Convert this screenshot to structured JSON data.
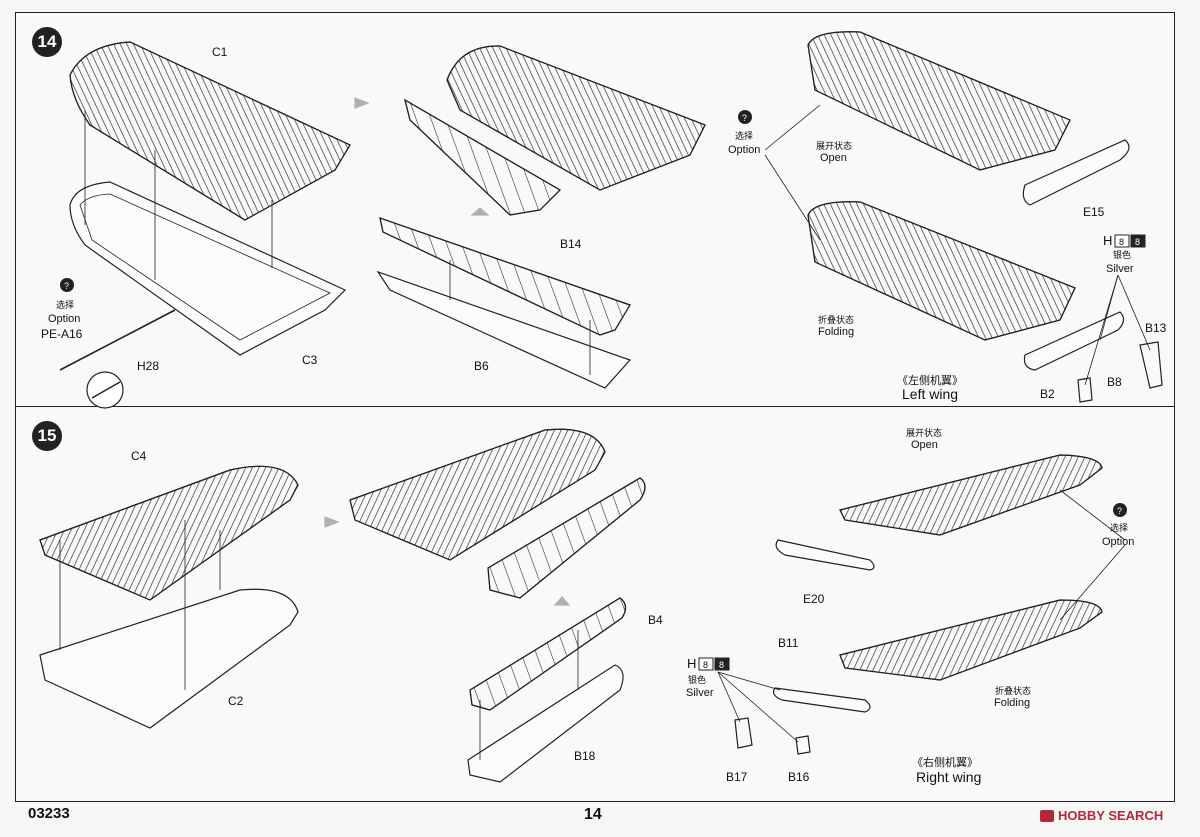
{
  "steps": [
    {
      "number": "14"
    },
    {
      "number": "15"
    }
  ],
  "step14": {
    "parts": {
      "c1": "C1",
      "c3": "C3",
      "h28": "H28",
      "b6": "B6",
      "b14": "B14",
      "e15": "E15",
      "b2": "B2",
      "b8": "B8",
      "b13": "B13"
    },
    "option_left": {
      "icon": "?",
      "cn": "选择",
      "en": "Option",
      "part": "PE-A16"
    },
    "option_right": {
      "icon": "?",
      "cn": "选择",
      "en": "Option"
    },
    "open": {
      "cn": "展开状态",
      "en": "Open"
    },
    "folding": {
      "cn": "折叠状态",
      "en": "Folding"
    },
    "paint": {
      "letter": "H",
      "code_a": "8",
      "code_b": "8",
      "cn": "银色",
      "en": "Silver"
    },
    "caption": {
      "cn": "《左侧机翼》",
      "en": "Left wing"
    }
  },
  "step15": {
    "parts": {
      "c4": "C4",
      "c2": "C2",
      "b4": "B4",
      "b18": "B18",
      "e20": "E20",
      "b11": "B11",
      "b17": "B17",
      "b16": "B16"
    },
    "option": {
      "icon": "?",
      "cn": "选择",
      "en": "Option"
    },
    "open": {
      "cn": "展开状态",
      "en": "Open"
    },
    "folding": {
      "cn": "折叠状态",
      "en": "Folding"
    },
    "paint": {
      "letter": "H",
      "code_a": "8",
      "code_b": "8",
      "cn": "银色",
      "en": "Silver"
    },
    "caption": {
      "cn": "《右侧机翼》",
      "en": "Right wing"
    }
  },
  "footer": {
    "product_code": "03233",
    "page_number": "14",
    "watermark": "HOBBY SEARCH"
  },
  "colors": {
    "line": "#222222",
    "paper": "#f9f9f9",
    "watermark": "#b4283c",
    "arrow": "#b0b0b0"
  }
}
